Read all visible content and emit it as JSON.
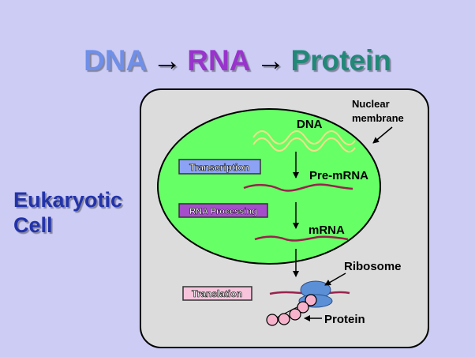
{
  "title": {
    "dna": "DNA",
    "rna": "RNA",
    "protein": "Protein",
    "arrow": "→"
  },
  "side_label": {
    "line1": "Eukaryotic",
    "line2": "Cell"
  },
  "labels": {
    "nuclear_membrane_line1": "Nuclear",
    "nuclear_membrane_line2": "membrane",
    "dna": "DNA",
    "pre_mrna": "Pre-mRNA",
    "mrna": "mRNA",
    "ribosome": "Ribosome",
    "protein": "Protein"
  },
  "steps": {
    "transcription": "Transcription",
    "rna_processing": "RNA Processing",
    "translation": "Translation"
  },
  "colors": {
    "background": "#ccccf5",
    "cell_fill": "#dcdcdc",
    "nucleus_fill": "#66ff66",
    "title_dna": "#6f8fe8",
    "title_rna": "#9933cc",
    "title_protein": "#228877",
    "side_label": "#2233aa",
    "dna_strand": "#f0e08a",
    "rna_strand": "#99224d",
    "ribosome": "#5b8fd6",
    "protein_bead": "#f7b3cc",
    "transcription_box": "#8ca3f5",
    "rna_processing_box": "#a64dcc",
    "translation_box": "#f7c4dc"
  }
}
